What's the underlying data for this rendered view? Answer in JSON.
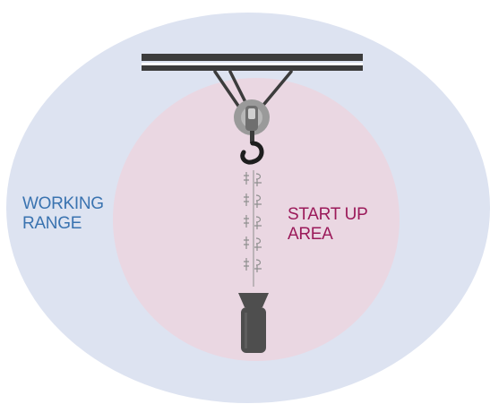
{
  "labels": {
    "working_range": [
      "WORKING",
      "RANGE"
    ],
    "startup_area": [
      "START UP",
      "AREA"
    ]
  },
  "colors": {
    "working_range_fill": "#dde3f1",
    "startup_area_fill": "#ead7e2",
    "working_range_text": "#3a73b0",
    "startup_area_text": "#9b1a5a",
    "crane_dark": "#3c3c3c",
    "pulley_gray": "#9a9a9a",
    "remote_control": "#4e4e4e"
  },
  "icons": {
    "rail": "crane-rail-icon",
    "pulley": "pulley-icon",
    "hook": "hook-icon",
    "chain": "chain-icon",
    "remote": "remote-control-icon"
  }
}
